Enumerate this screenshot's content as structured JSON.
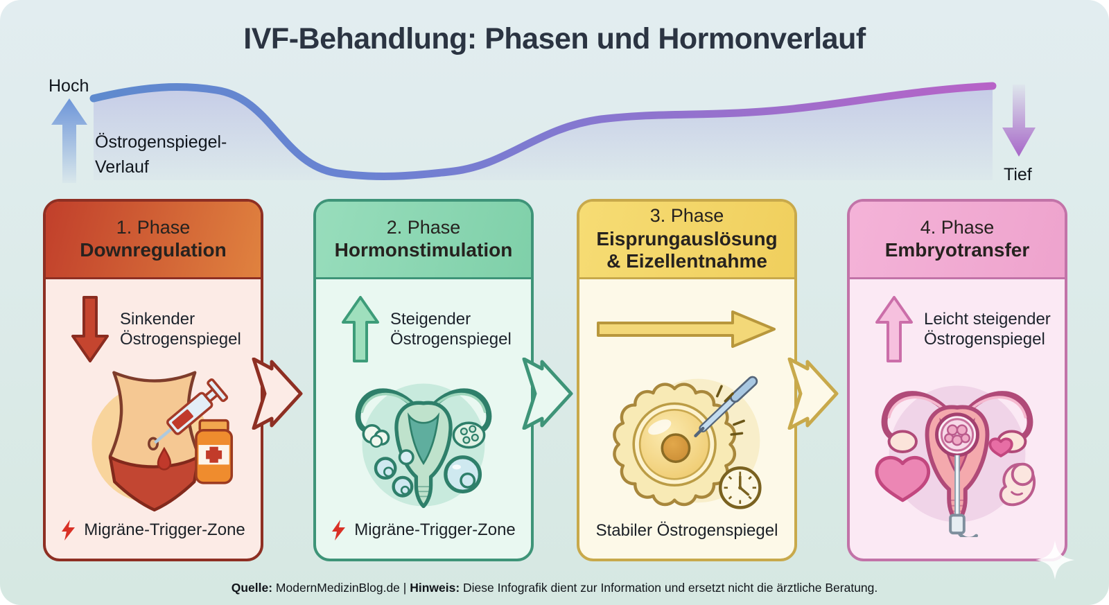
{
  "title": "IVF-Behandlung: Phasen und Hormonverlauf",
  "hormone_chart": {
    "axis_high_label": "Hoch",
    "axis_low_label": "Tief",
    "curve_label_line1": "Östrogenspiegel-",
    "curve_label_line2": "Verlauf",
    "curve_color_start": "#5e8ace",
    "curve_color_end": "#b763c7",
    "curve_course": [
      {
        "segment": "Start",
        "level": "hoch"
      },
      {
        "segment": "1. Phase Downregulation",
        "trend": "sinkend",
        "level": "tief"
      },
      {
        "segment": "2. Phase Hormonstimulation",
        "trend": "steigend",
        "level": "mittel-hoch"
      },
      {
        "segment": "3. Phase Eisprungauslösung & Eizellentnahme",
        "trend": "stabil",
        "level": "hoch"
      },
      {
        "segment": "4. Phase Embryotransfer",
        "trend": "leicht steigend",
        "level": "hoch"
      }
    ]
  },
  "phases": [
    {
      "number": "1. Phase",
      "name_line1": "Downregulation",
      "trend_line1": "Sinkender",
      "trend_line2": "Östrogenspiegel",
      "trend_direction": "down",
      "caption": "Migräne-Trigger-Zone",
      "caption_icon": "lightning-bolt-icon",
      "illustration": "abdomen-injection-illustration",
      "colors": {
        "header_from": "#c13f2b",
        "header_to": "#e0823f",
        "border": "#8e2f23",
        "body": "#fcebe6",
        "arrow_fill": "#c5452f",
        "arrow_stroke": "#8a2c20"
      }
    },
    {
      "number": "2. Phase",
      "name_line1": "Hormonstimulation",
      "trend_line1": "Steigender",
      "trend_line2": "Östrogenspiegel",
      "trend_direction": "up",
      "caption": "Migräne-Trigger-Zone",
      "caption_icon": "lightning-bolt-icon",
      "illustration": "uterus-follicles-illustration",
      "colors": {
        "header_from": "#98ddbc",
        "header_to": "#7fd0a9",
        "border": "#3e9478",
        "body": "#e9f8f1",
        "arrow_fill": "#9fdfbd",
        "arrow_stroke": "#3d9c79"
      }
    },
    {
      "number": "3. Phase",
      "name_line1": "Eisprungauslösung",
      "name_line2": "& Eizellentnahme",
      "trend_direction": "right",
      "caption": "Stabiler Östrogenspiegel",
      "caption_icon": null,
      "illustration": "egg-retrieval-needle-clock-illustration",
      "colors": {
        "header_from": "#f6dc74",
        "header_to": "#f0cf5d",
        "border": "#c8a94b",
        "body": "#fdf9e8",
        "arrow_fill": "#f3d878",
        "arrow_stroke": "#b8973c"
      }
    },
    {
      "number": "4. Phase",
      "name_line1": "Embryotransfer",
      "trend_line1": "Leicht steigender",
      "trend_line2": "Östrogenspiegel",
      "trend_direction": "up",
      "caption": null,
      "caption_icon": null,
      "illustration": "uterus-embryo-transfer-illustration",
      "colors": {
        "header_from": "#f4b3d8",
        "header_to": "#eea3cd",
        "border": "#c273a8",
        "body": "#fbe9f4",
        "arrow_fill": "#f6c0de",
        "arrow_stroke": "#cb6ea9"
      }
    }
  ],
  "footer": {
    "source_label": "Quelle:",
    "source_text": " ModernMedizinBlog.de | ",
    "note_label": "Hinweis:",
    "note_text": " Diese Infografik dient zur Information und ersetzt nicht die ärztliche Beratung."
  }
}
